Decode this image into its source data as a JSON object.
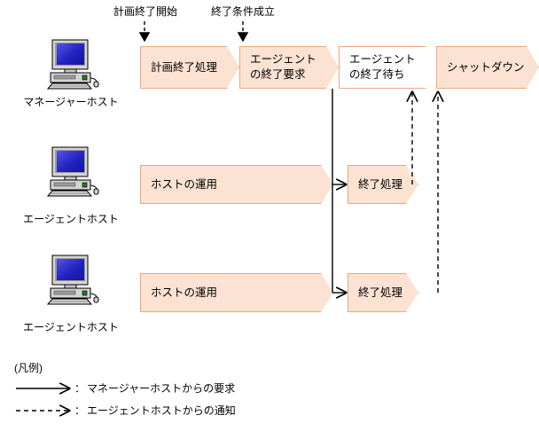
{
  "diagram": {
    "events": [
      {
        "id": "plan-end-start",
        "label": "計画終了開始"
      },
      {
        "id": "end-condition-met",
        "label": "終了条件成立"
      }
    ],
    "lanes": [
      {
        "id": "manager-host",
        "host_label": "マネージャーホスト",
        "icon": "desktop-computer-icon",
        "steps": [
          {
            "id": "plan-end-process",
            "label": "計画終了処理",
            "fill": "filled"
          },
          {
            "id": "agent-stop-request",
            "label": "エージェント\nの終了要求",
            "fill": "filled"
          },
          {
            "id": "agent-stop-wait",
            "label": "エージェント\nの終了待ち",
            "fill": "hollow"
          },
          {
            "id": "shutdown",
            "label": "シャットダウン",
            "fill": "filled"
          }
        ]
      },
      {
        "id": "agent-host-1",
        "host_label": "エージェントホスト",
        "icon": "desktop-computer-icon",
        "steps": [
          {
            "id": "host-operation-1",
            "label": "ホストの運用",
            "fill": "filled"
          },
          {
            "id": "stop-process-1",
            "label": "終了処理",
            "fill": "filled"
          }
        ]
      },
      {
        "id": "agent-host-2",
        "host_label": "エージェントホスト",
        "icon": "desktop-computer-icon",
        "steps": [
          {
            "id": "host-operation-2",
            "label": "ホストの運用",
            "fill": "filled"
          },
          {
            "id": "stop-process-2",
            "label": "終了処理",
            "fill": "filled"
          }
        ]
      }
    ],
    "legend": {
      "title": "(凡例)",
      "items": [
        {
          "id": "solid-arrow",
          "style": "solid",
          "separator": "：",
          "label": "マネージャーホストからの要求"
        },
        {
          "id": "dashed-arrow",
          "style": "dashed",
          "separator": "：",
          "label": "エージェントホストからの通知"
        }
      ]
    },
    "colors": {
      "process_fill": "#fbe2d2",
      "process_border": "#e9a87e",
      "hollow_fill": "#ffffff",
      "line": "#000000",
      "screen_blue": "#2222cc",
      "background": "#ffffff"
    }
  }
}
